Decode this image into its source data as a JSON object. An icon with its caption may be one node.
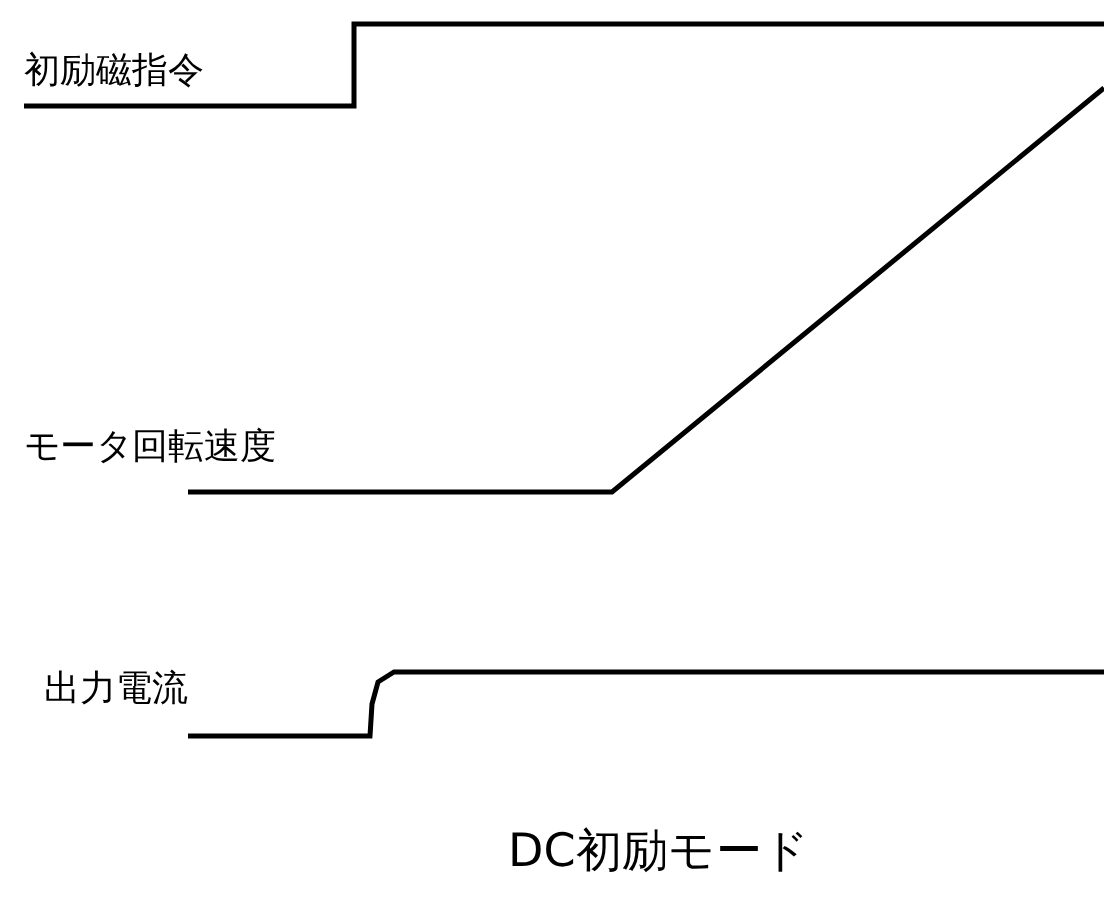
{
  "diagram": {
    "caption": "DC初励モード",
    "labels": [
      "初励磁指令",
      "モータ回転速度",
      "出力電流"
    ]
  }
}
